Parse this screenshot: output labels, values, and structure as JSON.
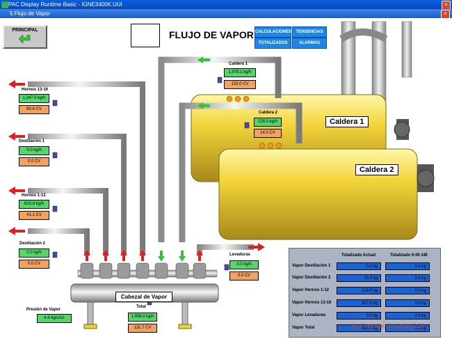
{
  "window": {
    "title": "PAC Display Runtime Basic - IGNE3400K.UUI",
    "subtitle": "5 Flujo de Vapor"
  },
  "nav": {
    "principal": "PRINCIPAL",
    "calculaciones": "CALCULACIONES",
    "tendencias": "TENDENCIAS",
    "totalizados": "TOTALIZADOS",
    "alarmas": "ALARMAS"
  },
  "page": {
    "title": "FLUJO DE VAPOR"
  },
  "boilers": {
    "caldera1": "Caldera 1",
    "caldera2": "Caldera 2"
  },
  "caldera1_meter": {
    "label": "Caldera 1",
    "flow": "1,979.1 kg/h",
    "cv": "133.0 CV"
  },
  "caldera2_meter": {
    "label": "Caldera 2",
    "flow": "228.0 kg/h",
    "cv": "14.0 CV"
  },
  "lines": [
    {
      "label": "Hornos 13-16",
      "flow": "1,347.0 kg/h",
      "cv": "90.6 CV"
    },
    {
      "label": "Destilación 1",
      "flow": "0.0 kg/h",
      "cv": "0.0 CV"
    },
    {
      "label": "Hornos 1-12",
      "flow": "610.9 kg/h",
      "cv": "41.1 CV"
    },
    {
      "label": "Destilación 2",
      "flow": "0.0 kg/h",
      "cv": "0.0 CV"
    }
  ],
  "lavaduras": {
    "label": "Levaduras",
    "flow": "0.0 kg/h",
    "cv": "0.0 CV"
  },
  "presion": {
    "label": "Presión de Vapor",
    "value": "4.9 kg/cm2"
  },
  "total": {
    "label": "Total",
    "flow": "1,958.0 kg/h",
    "cv": "131.7 CV"
  },
  "header_label": "Cabezal de Vapor",
  "totals_panel": {
    "col1": "Totalizado Actual",
    "col2": "Totalizado 6:00 AM",
    "rows": [
      {
        "label": "Vapor Destilación 1",
        "actual": "0.0 kg",
        "am": "0.0 kg"
      },
      {
        "label": "Vapor Destilación 2",
        "actual": "15.0 kg",
        "am": "0.0 kg"
      },
      {
        "label": "Vapor Hornos 1-12",
        "actual": "129.0 kg",
        "am": "0.0 kg"
      },
      {
        "label": "Vapor Hornos 13-16",
        "actual": "307.0 kg",
        "am": "0.0 kg"
      },
      {
        "label": "Vapor Levaduras",
        "actual": "0.0 kg",
        "am": "0.0 kg"
      },
      {
        "label": "Vapor Total",
        "actual": "461.0 kg",
        "am": "0.0 kg"
      }
    ]
  },
  "alarm_text": "My Controller: 11:18:08:13:28",
  "colors": {
    "flow": "#54d66a",
    "cv": "#f3a15e",
    "boiler": "#f2d43a",
    "nav": "#1c87e8",
    "panel_value": "#1565d8",
    "alarm": "#e23a2a"
  }
}
